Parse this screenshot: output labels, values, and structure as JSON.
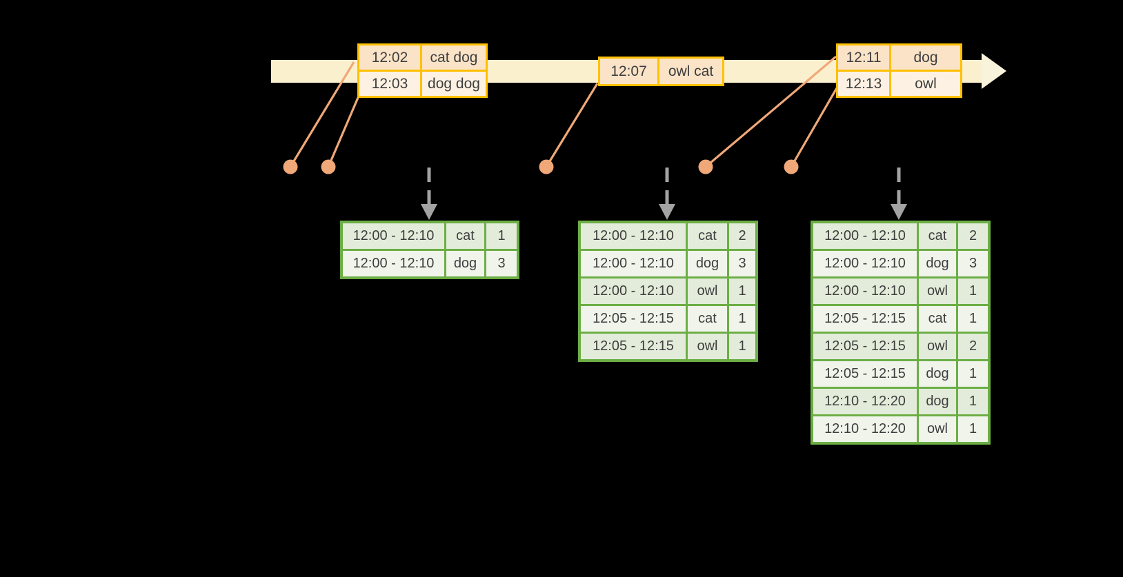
{
  "diagram": {
    "description": "Streaming windowed word-count diagram: timed word events on a timeline feed sliding-window count result tables",
    "background": "#000000"
  },
  "colors": {
    "timeline_arrow": "#FBF0CD",
    "event_table_border": "#FFC000",
    "event_row_dark": "#FAE3C7",
    "event_row_light": "#FCF1E2",
    "marker_salmon": "#F0A878",
    "trigger_arrow_gray": "#A3A3A3",
    "result_table_border": "#6CAE45",
    "result_row_dark": "#E3ECDA",
    "result_row_light": "#F0F4EB",
    "text": "#3E3E3E"
  },
  "timeline": {
    "event_tables": [
      {
        "rows": [
          {
            "time": "12:02",
            "words": "cat dog"
          },
          {
            "time": "12:03",
            "words": "dog dog"
          }
        ]
      },
      {
        "rows": [
          {
            "time": "12:07",
            "words": "owl cat"
          }
        ]
      },
      {
        "rows": [
          {
            "time": "12:11",
            "words": "dog"
          },
          {
            "time": "12:13",
            "words": "owl"
          }
        ]
      }
    ]
  },
  "result_tables": [
    {
      "rows": [
        {
          "window": "12:00 - 12:10",
          "word": "cat",
          "count": "1"
        },
        {
          "window": "12:00 - 12:10",
          "word": "dog",
          "count": "3"
        }
      ]
    },
    {
      "rows": [
        {
          "window": "12:00 - 12:10",
          "word": "cat",
          "count": "2"
        },
        {
          "window": "12:00 - 12:10",
          "word": "dog",
          "count": "3"
        },
        {
          "window": "12:00 - 12:10",
          "word": "owl",
          "count": "1"
        },
        {
          "window": "12:05 - 12:15",
          "word": "cat",
          "count": "1"
        },
        {
          "window": "12:05 - 12:15",
          "word": "owl",
          "count": "1"
        }
      ]
    },
    {
      "rows": [
        {
          "window": "12:00 - 12:10",
          "word": "cat",
          "count": "2"
        },
        {
          "window": "12:00 - 12:10",
          "word": "dog",
          "count": "3"
        },
        {
          "window": "12:00 - 12:10",
          "word": "owl",
          "count": "1"
        },
        {
          "window": "12:05 - 12:15",
          "word": "cat",
          "count": "1"
        },
        {
          "window": "12:05 - 12:15",
          "word": "owl",
          "count": "2"
        },
        {
          "window": "12:05 - 12:15",
          "word": "dog",
          "count": "1"
        },
        {
          "window": "12:10 - 12:20",
          "word": "dog",
          "count": "1"
        },
        {
          "window": "12:10 - 12:20",
          "word": "owl",
          "count": "1"
        }
      ]
    }
  ]
}
